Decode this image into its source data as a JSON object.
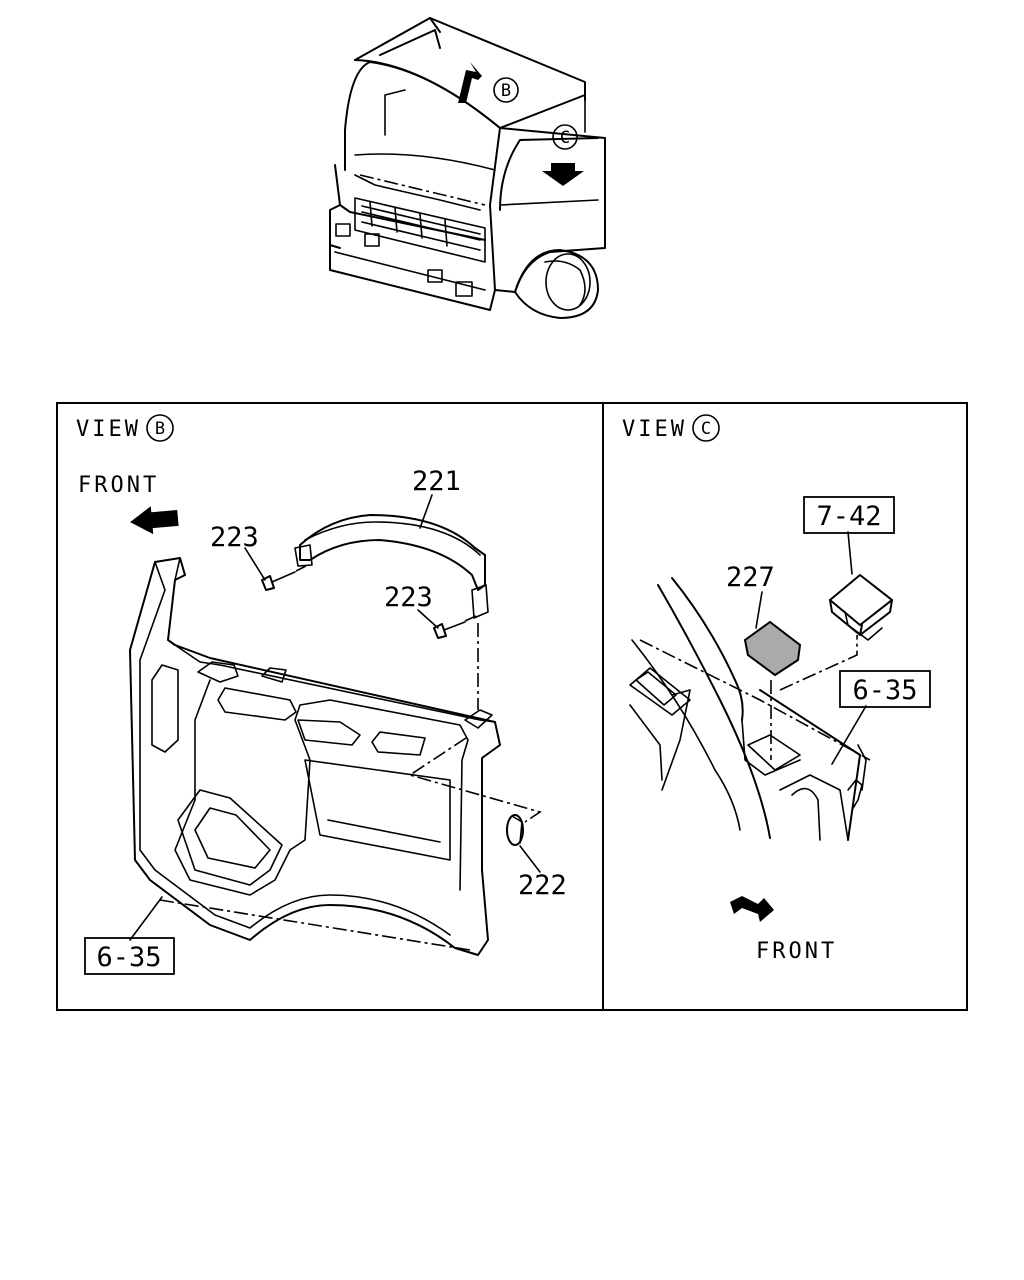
{
  "overview": {
    "view_b_marker": "B",
    "view_c_marker": "C"
  },
  "view_b": {
    "title": "VIEW",
    "marker": "B",
    "front_label": "FRONT",
    "callouts": {
      "handle": "221",
      "cap": "222",
      "bolt_upper": "223",
      "bolt_lower": "223",
      "ref_panel": "6-35"
    }
  },
  "view_c": {
    "title": "VIEW",
    "marker": "C",
    "front_label": "FRONT",
    "callouts": {
      "cover": "227",
      "ref_switch": "7-42",
      "ref_panel": "6-35"
    }
  }
}
